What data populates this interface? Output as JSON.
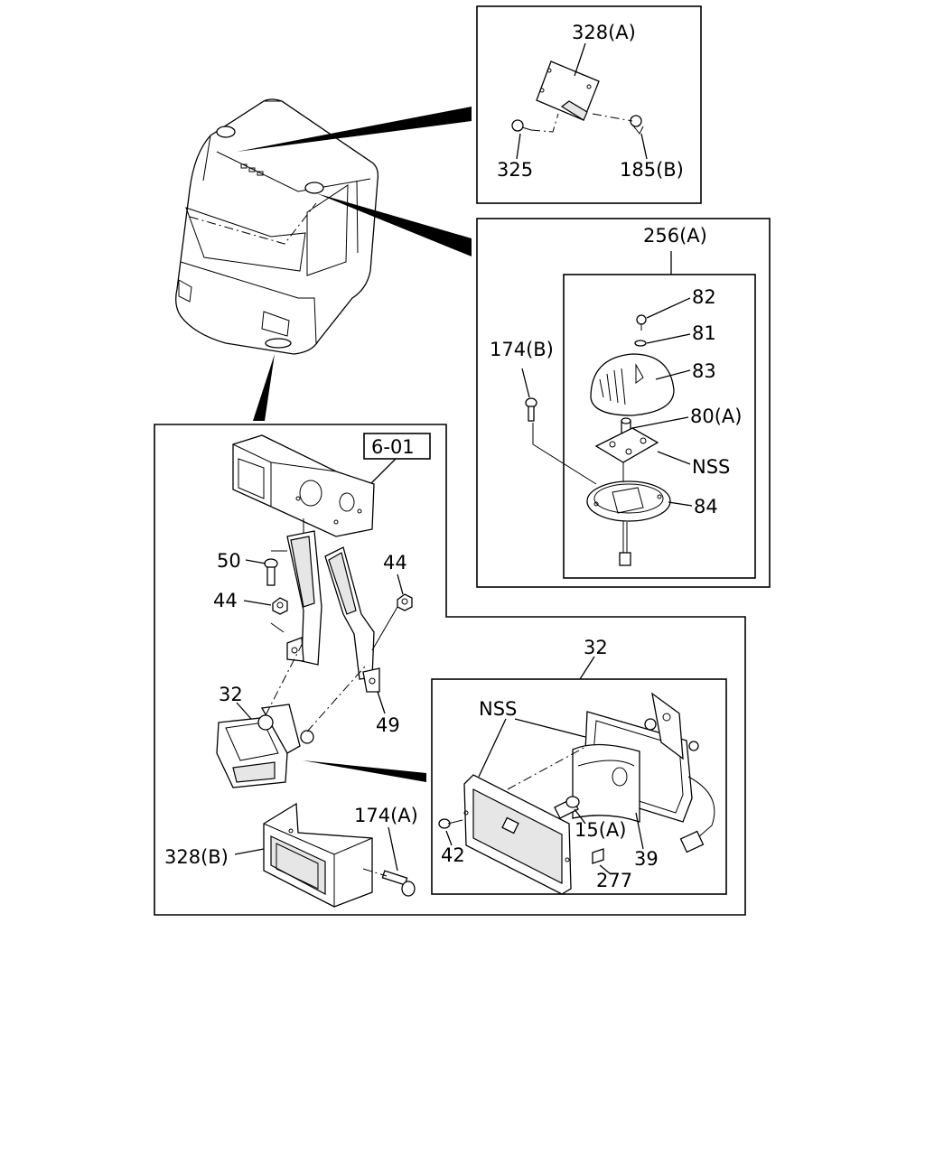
{
  "callouts": {
    "c328a": "328(A)",
    "c325": "325",
    "c185b": "185(B)",
    "c256a": "256(A)",
    "c82": "82",
    "c81": "81",
    "c83": "83",
    "c174b": "174(B)",
    "c80a": "80(A)",
    "nss_top": "NSS",
    "c84": "84",
    "ref601": "6-01",
    "c50": "50",
    "c44a": "44",
    "c44b": "44",
    "c32a": "32",
    "c49": "49",
    "c32b": "32",
    "nss_bottom": "NSS",
    "c15a": "15(A)",
    "c42": "42",
    "c39": "39",
    "c277": "277",
    "c174a": "174(A)",
    "c328b": "328(B)"
  }
}
